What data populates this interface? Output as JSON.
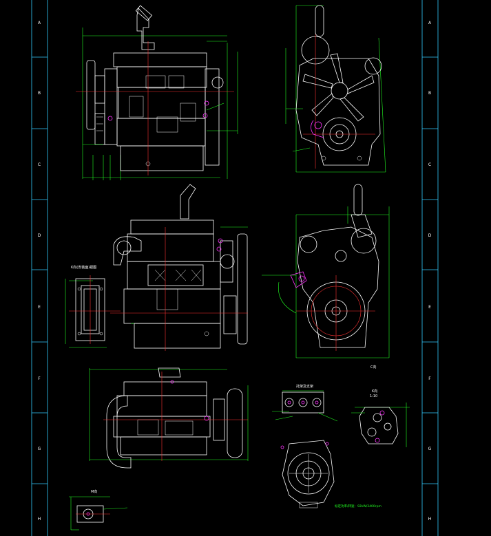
{
  "row_labels": {
    "left": [
      "A",
      "B",
      "C",
      "D",
      "E",
      "F",
      "G",
      "H"
    ],
    "right": [
      "A",
      "B",
      "C",
      "D",
      "E",
      "F",
      "G",
      "H"
    ]
  },
  "annotations": {
    "detail_left_title": "K向(安装面)视图",
    "detail_e_caption": "C向",
    "bracket_title": "托架及支架",
    "kview_title": "K向",
    "kview_scale": "1:10",
    "rated_power": "标定功率/转速：92kW/2400rpm",
    "m_view_title": "M向"
  },
  "colors": {
    "background": "#000000",
    "linework": "#ffffff",
    "dimensions": "#22ff22",
    "centerlines": "#ff3333",
    "highlights": "#ff33ff",
    "border": "#33ccff"
  }
}
